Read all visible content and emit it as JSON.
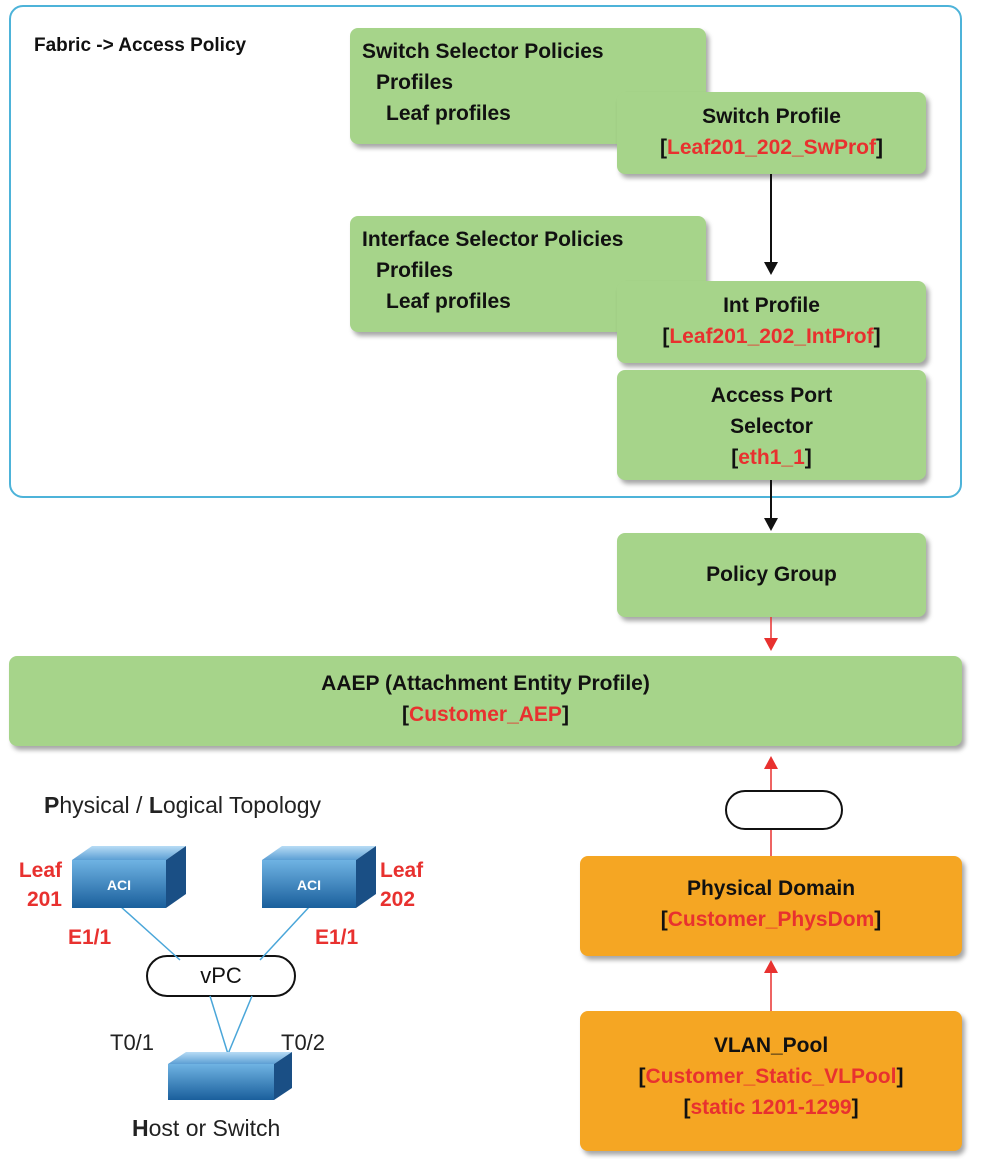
{
  "frame": {
    "title": "Fabric -> Access Policy"
  },
  "switch_selector": {
    "line1": "Switch Selector Policies",
    "line2": "Profiles",
    "line3": "Leaf profiles"
  },
  "switch_profile": {
    "label": "Switch Profile",
    "bracket_open": "[",
    "name": "Leaf201_202_SwProf",
    "bracket_close": "]"
  },
  "interface_selector": {
    "line1": "Interface Selector Policies",
    "line2": "Profiles",
    "line3": "Leaf profiles"
  },
  "int_profile": {
    "label": "Int Profile",
    "bracket_open": "[",
    "name": "Leaf201_202_IntProf",
    "bracket_close": "]"
  },
  "access_port_selector": {
    "line1": "Access",
    "line2": "Port",
    "line3": "Selector",
    "bracket_open": "[",
    "name": "eth1_1",
    "bracket_close": "]"
  },
  "policy_group": {
    "label": "Policy Group"
  },
  "aaep": {
    "label": "AAEP (Attachment Entity Profile)",
    "bracket_open": "[",
    "name": "Customer_AEP",
    "bracket_close": "]"
  },
  "physical_domain": {
    "label": "Physical Domain",
    "bracket_open": "[",
    "name": "Customer_PhysDom",
    "bracket_close": "]"
  },
  "vlan_pool": {
    "label": "VLAN_Pool",
    "bracket_open": "[",
    "name": "Customer_Static_VLPool",
    "name2": "static 1201-1299",
    "bracket_close": "]"
  },
  "topology": {
    "title_p": "P",
    "title_mid": "hysical / ",
    "title_l": "L",
    "title_end": "ogical Topology",
    "leaf_left": {
      "name": "Leaf",
      "number": "201",
      "port": "E1/1"
    },
    "leaf_right": {
      "name": "Leaf",
      "number": "202",
      "port": "E1/1"
    },
    "vpc_label": "vPC",
    "port_left": "T0/1",
    "port_right": "T0/2",
    "host_h": "H",
    "host_rest": "ost or Switch",
    "switch_badge": "ACI"
  },
  "doc_id": "504296",
  "colors": {
    "green": "#a6d48a",
    "orange": "#f5a623",
    "red": "#e8312f",
    "frame": "#4db3d9",
    "switch_blue": "#1d6fb0"
  }
}
